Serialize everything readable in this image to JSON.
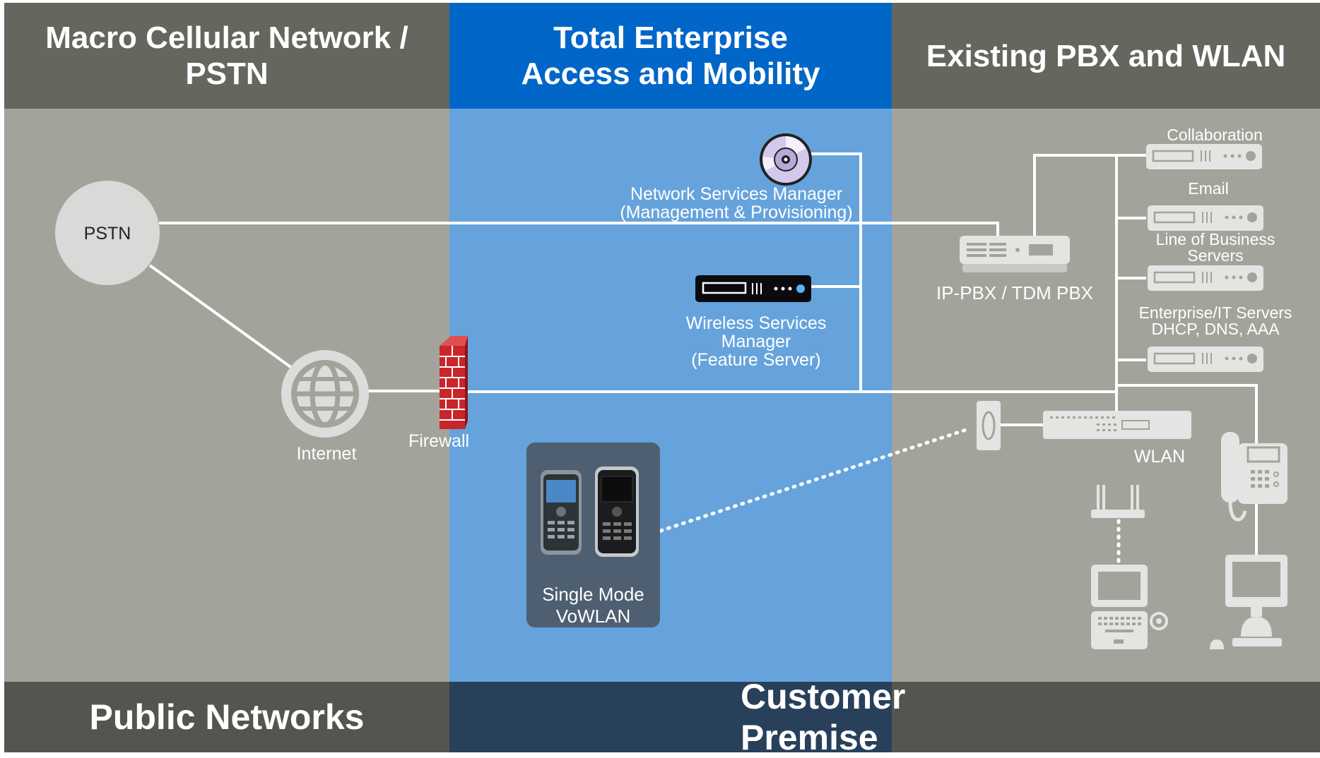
{
  "headers": {
    "left": "Macro Cellular Network / PSTN",
    "middle_line1": "Total Enterprise",
    "middle_line2": "Access and Mobility",
    "right": "Existing PBX and WLAN"
  },
  "footers": {
    "public": "Public Networks",
    "customer": "Customer Premise"
  },
  "nodes": {
    "pstn": "PSTN",
    "internet": "Internet",
    "firewall": "Firewall",
    "nsm_line1": "Network Services Manager",
    "nsm_line2": "(Management & Provisioning)",
    "wsm_line1": "Wireless Services",
    "wsm_line2": "Manager",
    "wsm_line3": "(Feature Server)",
    "phones_line1": "Single Mode",
    "phones_line2": "VoWLAN",
    "pbx": "IP-PBX / TDM PBX",
    "collaboration": "Collaboration",
    "email": "Email",
    "lob_line1": "Line of Business",
    "lob_line2": "Servers",
    "it_line1": "Enterprise/IT Servers",
    "it_line2": "DHCP, DNS, AAA",
    "wlan": "WLAN"
  },
  "colors": {
    "grey_panel": "#a3a39b",
    "grey_header": "#66665f",
    "blue_panel": "#66a3dc",
    "blue_header": "#0066c8",
    "navy_footer": "#28405a",
    "device_grey": "#e4e4e2"
  }
}
